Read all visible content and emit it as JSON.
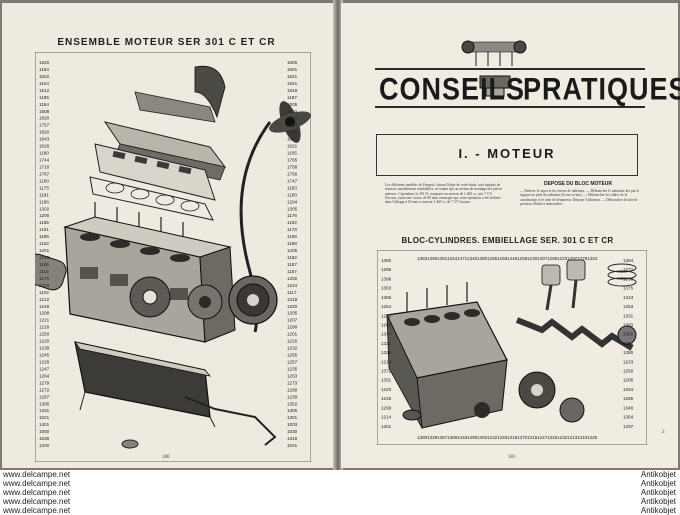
{
  "left_page": {
    "title": "ENSEMBLE MOTEUR SER 301 C ET CR",
    "page_number": "180"
  },
  "right_page": {
    "heading_word1": "CONSEILS",
    "heading_word2": "PRATIQUES",
    "section": "I. - MOTEUR",
    "subheading": "DEPOSE DU BLOC MOTEUR",
    "figure_title": "BLOC-CYLINDRES. EMBIELLAGE SER. 301 C ET CR",
    "page_number": "181",
    "corner_mark": "2",
    "intro_text": "Les différents modèles de Peugeot, faisant l'objet de cette étude, sont équipés de moteurs sensiblement semblables, ne tenant que au niveau du montage des pièces annexes. Cependant, la 301 D, comporte un moteur de 1.465 cc, soit 7 CV. Fiscaux, ayant une course de 90 mm, remarque que cette opération a été réalisée dans l'alésage à 63 mm et moteur 1.465 cc de 7 CV fiscaux.",
    "steps_text": "— Enlever le capot et les écrous de radiateur. — Débrancher le radiateur des par le support au pied du radiateur (écrou en bas). — Débrancher les câbles de la canalisation et le tube de démarreur. Déposer l'allumeur. — Débrancher le tube de pression d'huile à manomètre."
  },
  "left_callouts": [
    "1620",
    "1606",
    "1184",
    "1601",
    "1602",
    "1841",
    "1104",
    "1841",
    "1612",
    "1819",
    "1195",
    "1187",
    "1154",
    "1605",
    "1608",
    "1610",
    "1820",
    "1743",
    "1757",
    "1180",
    "1820",
    "1601",
    "1843",
    "1624",
    "1626",
    "1821",
    "1180",
    "1105",
    "1744",
    "1765",
    "1710",
    "1758",
    "1767",
    "1756",
    "1180",
    "1747",
    "1175",
    "1183",
    "1181",
    "1180",
    "1186",
    "1204",
    "1302",
    "1305",
    "1200",
    "1176",
    "1185",
    "1192",
    "1151",
    "1178",
    "1195",
    "1199",
    "1152",
    "1198",
    "1201",
    "1205",
    "1210",
    "1182",
    "1185",
    "1187",
    "1115",
    "1157",
    "1176",
    "1202",
    "1203",
    "1224",
    "1102",
    "1117",
    "1212",
    "1319",
    "1249",
    "1320",
    "1208",
    "1205",
    "1221",
    "1207",
    "1218",
    "1290",
    "1250",
    "1201",
    "1220",
    "1226",
    "1239",
    "1232",
    "1245",
    "1265",
    "1228",
    "1257",
    "1247",
    "1235",
    "1264",
    "1263",
    "1279",
    "1273",
    "1272",
    "1299",
    "1287",
    "1239",
    "1306",
    "1352",
    "1331",
    "1305",
    "1021",
    "1301",
    "1401",
    "1003",
    "1050",
    "1030",
    "1536",
    "1316",
    "1200",
    "1031"
  ],
  "right_callouts": [
    "1380",
    "1384",
    "1393",
    "1390",
    "1286",
    "1372",
    "1390",
    "1339",
    "1396",
    "1363",
    "1391",
    "1387",
    "1303",
    "1375",
    "1344",
    "1389",
    "1366",
    "1343",
    "1371",
    "1348",
    "1264",
    "1253",
    "1340",
    "1390",
    "1263",
    "1331",
    "1380",
    "1393",
    "1262",
    "1383",
    "1265",
    "1232",
    "1347",
    "1365",
    "1268",
    "1245",
    "1331",
    "1264",
    "1349",
    "1318",
    "1326",
    "1380",
    "1269",
    "1370",
    "1212",
    "1233",
    "1230",
    "1315",
    "1372",
    "1250",
    "1307",
    "1247",
    "1331",
    "1206",
    "1288",
    "1325",
    "1223",
    "1294",
    "1223",
    "1232",
    "1246",
    "1285",
    "1297",
    "1313",
    "1299",
    "1348",
    "1279",
    "1310",
    "1214",
    "1364",
    "1334",
    "1325",
    "1301",
    "1297"
  ],
  "watermarks": {
    "left": [
      "www.delcampe.net",
      "www.delcampe.net",
      "www.delcampe.net",
      "www.delcampe.net",
      "www.delcampe.net"
    ],
    "right": [
      "Antikobjet",
      "Antikobjet",
      "Antikobjet",
      "Antikobjet",
      "Antikobjet"
    ]
  }
}
